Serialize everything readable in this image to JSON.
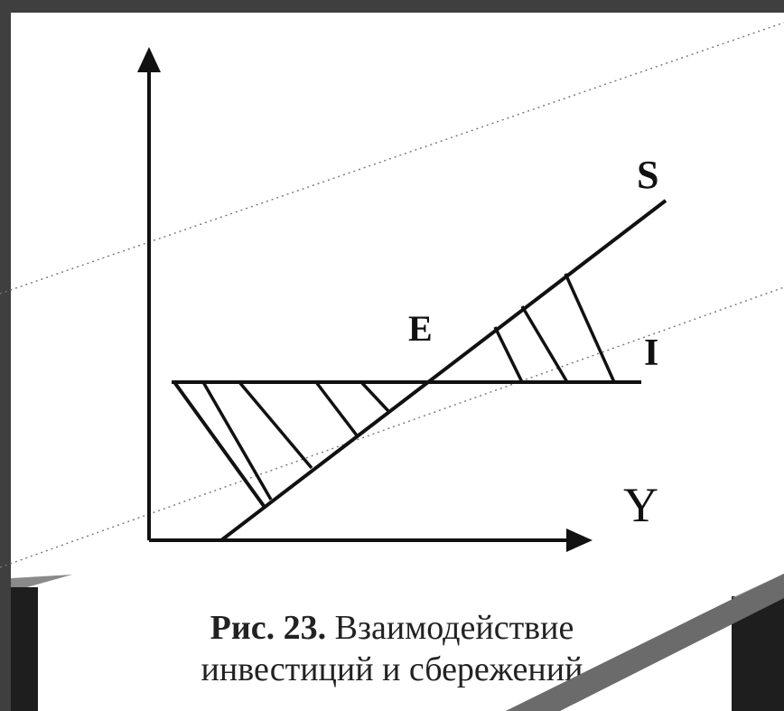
{
  "diagram": {
    "labels": {
      "s": "S",
      "e": "E",
      "i": "I",
      "y": "Y"
    }
  },
  "caption": {
    "number": "Рис. 23.",
    "line1": "Взаимодействие",
    "line2": "инвестиций и сбережений"
  },
  "colors": {
    "background_frame": "#3f3f3f",
    "paper": "#ffffff",
    "ink": "#111111",
    "overlay_dark": "#1e1e1e",
    "overlay_gray": "#6b6b6b"
  }
}
